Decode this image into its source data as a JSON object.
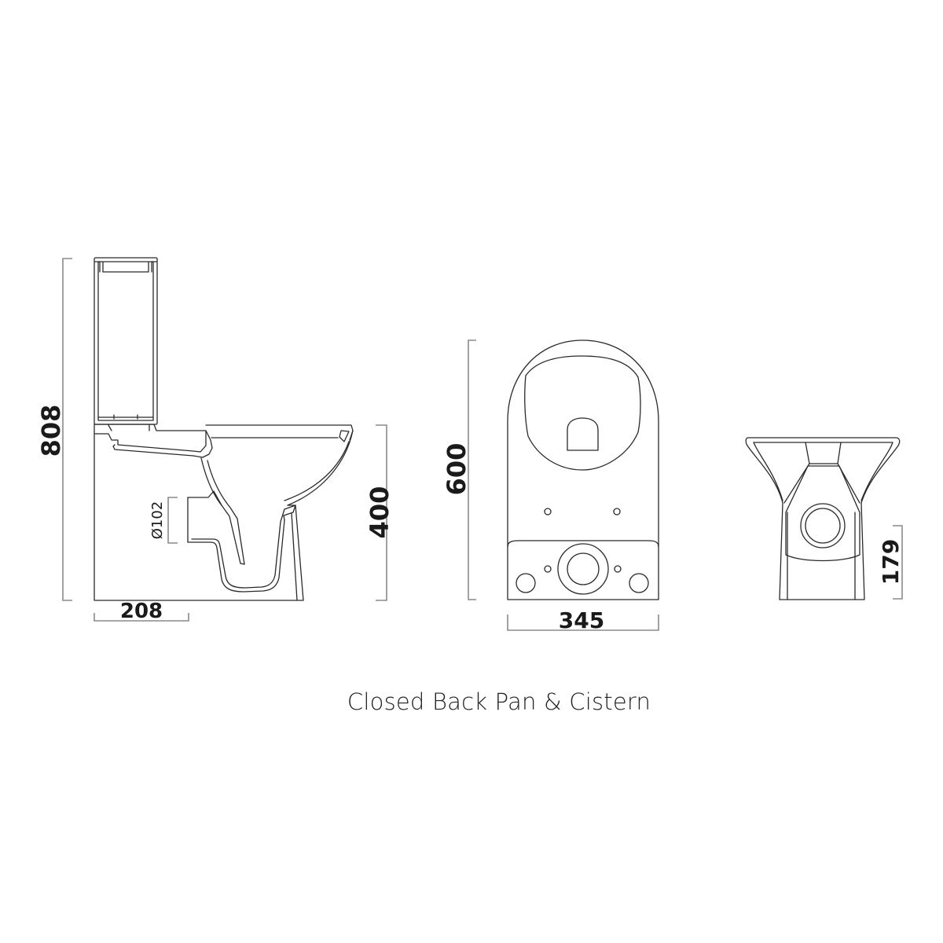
{
  "caption": "Closed Back Pan & Cistern",
  "views": {
    "side": {
      "overall_height": "808",
      "pan_height": "400",
      "outlet_diameter": "Ø102",
      "outlet_offset": "208"
    },
    "top": {
      "length": "600",
      "width": "345"
    },
    "rear": {
      "outlet_height": "179"
    }
  },
  "units": "mm",
  "colors": {
    "line": "#2a2a2a",
    "dimension": "#8a8a8a",
    "background": "#ffffff"
  }
}
